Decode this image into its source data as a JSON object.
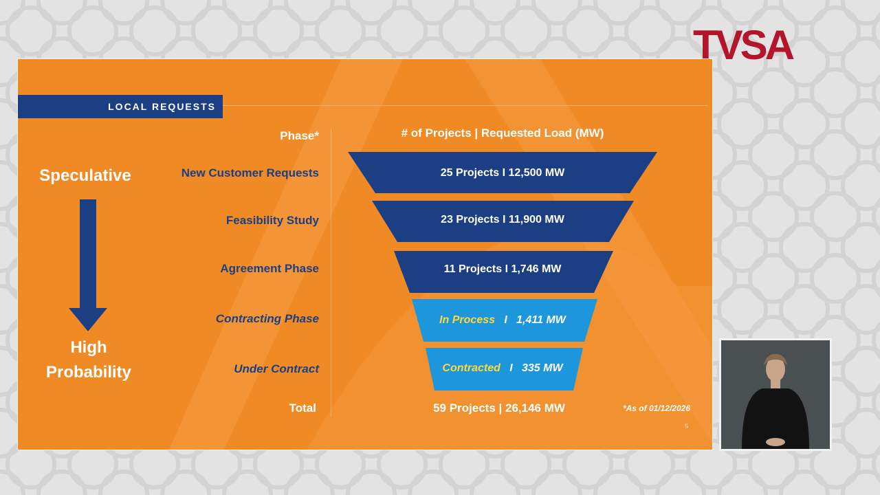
{
  "brand": {
    "logo_text": "TVSA",
    "logo_color": "#b3162b"
  },
  "slide": {
    "section_title": "LOCAL REQUESTS",
    "left_axis": {
      "top_label": "Speculative",
      "bottom_label_line1": "High",
      "bottom_label_line2": "Probability"
    },
    "phase_header": "Phase*",
    "column_header": "# of Projects | Requested Load (MW)",
    "phases": [
      {
        "label": "New Customer Requests",
        "italic": false,
        "text": "25 Projects   I   12,500 MW",
        "color": "#1b3f82"
      },
      {
        "label": "Feasibility Study",
        "italic": false,
        "text": "23 Projects   I   11,900 MW",
        "color": "#1b3f82"
      },
      {
        "label": "Agreement Phase",
        "italic": false,
        "text": "11 Projects  I  1,746 MW",
        "color": "#1b3f82"
      },
      {
        "label": "Contracting Phase",
        "italic": true,
        "status": "In Process",
        "value": "1,411 MW",
        "color": "#1e96dc"
      },
      {
        "label": "Under Contract",
        "italic": true,
        "status": "Contracted",
        "value": "335 MW",
        "color": "#1e96dc"
      }
    ],
    "total_label": "Total",
    "total_value": "59 Projects | 26,146 MW",
    "as_of": "*As of 01/12/2026",
    "page_number": "5",
    "colors": {
      "orange": "#f08a24",
      "navy": "#1b3f82",
      "light_blue": "#1e96dc",
      "yellow": "#ffd83a"
    }
  }
}
